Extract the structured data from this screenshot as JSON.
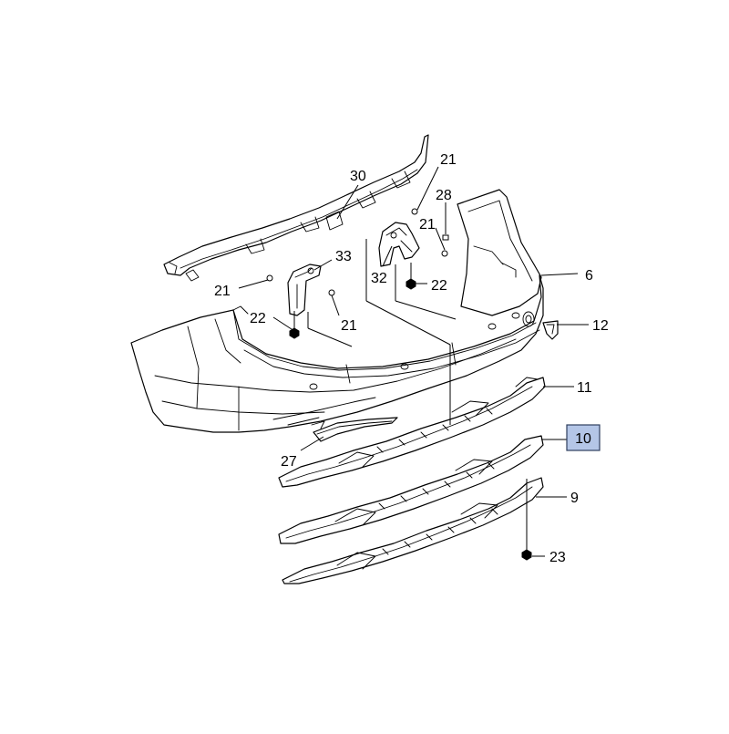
{
  "diagram": {
    "highlight_color": "#b4c6e7",
    "highlighted_callout": "10",
    "callouts": {
      "c30": "30",
      "c21_top": "21",
      "c28": "28",
      "c21_mid": "21",
      "c33": "33",
      "c32": "32",
      "c22_right": "22",
      "c6": "6",
      "c21_left": "21",
      "c22_left": "22",
      "c21_center": "21",
      "c12": "12",
      "c11": "11",
      "c10": "10",
      "c27": "27",
      "c9": "9",
      "c23": "23"
    }
  }
}
